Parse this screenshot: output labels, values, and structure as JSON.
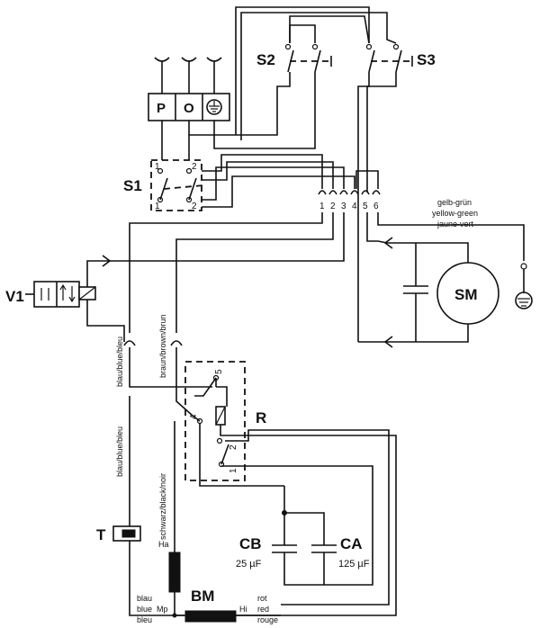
{
  "components": {
    "S1": "S1",
    "S2": "S2",
    "S3": "S3",
    "V1": "V1",
    "SM": "SM",
    "R": "R",
    "T": "T",
    "BM": "BM",
    "CB": "CB",
    "CA": "CA"
  },
  "capacitors": {
    "CB_value": "25 µF",
    "CA_value": "125 µF"
  },
  "switch_buttons": {
    "P": "P",
    "O": "O"
  },
  "s1_terminals": [
    "1",
    "2",
    "1",
    "2"
  ],
  "terminal_block": [
    "1",
    "2",
    "3",
    "4",
    "5",
    "6"
  ],
  "relay_terminals": [
    "5",
    "4",
    "2",
    "1"
  ],
  "ground_wire_label": [
    "gelb-grün",
    "yellow-green",
    "jaune-vert"
  ],
  "wire_labels": {
    "blue_1": "blau/blue/bleu",
    "brown": "braun/brown/brun",
    "blue_2": "blau/blue/bleu",
    "black": "schwarz/black/noir"
  },
  "motor_terminals": {
    "Ha": "Ha",
    "Mp": "Mp",
    "Hi": "Hi"
  },
  "bottom_left_wire": [
    "blau",
    "blue",
    "bleu"
  ],
  "bottom_right_wire": [
    "rot",
    "red",
    "rouge"
  ]
}
